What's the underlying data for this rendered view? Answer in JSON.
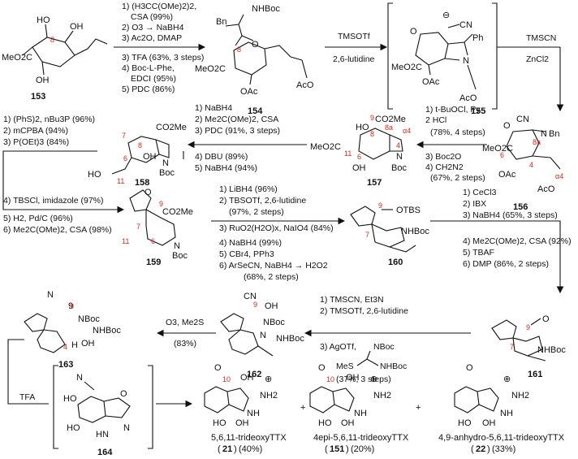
{
  "step1": {
    "reagents": [
      "1) (H3CC(OMe)2)2,",
      "CSA (99%)",
      "2) O3 → NaBH4",
      "3) Ac2O, DMAP",
      "3) TFA (63%, 3 steps)",
      "4) Boc-L-Phe,",
      "EDCI (95%)",
      "5) PDC (86%)"
    ]
  },
  "step2": {
    "reagents": [
      "TMSOTf",
      "2,6-lutidine"
    ]
  },
  "step3": {
    "reagents": [
      "TMSCN",
      "ZnCl2"
    ]
  },
  "step4": {
    "reagents": [
      "1) t-BuOCl, Py",
      "2 HCl",
      "(78%, 4 steps)",
      "3) Boc2O",
      "4) CH2N2",
      "(67%, 2 steps)"
    ]
  },
  "step5": {
    "reagents": [
      "1) NaBH4",
      "2) Me2C(OMe)2, CSA",
      "3) PDC (91%, 3 steps)",
      "4) DBU (89%)",
      "5) NaBH4 (94%)"
    ]
  },
  "step6": {
    "reagents": [
      "1) (PhS)2, nBu3P (96%)",
      "2) mCPBA (94%)",
      "3) P(OEt)3 (84%)",
      "4) TBSCl, imidazole (97%)",
      "5) H2, Pd/C (96%)",
      "6) Me2C(OMe)2, CSA (98%)"
    ]
  },
  "step7": {
    "reagents": [
      "1) LiBH4 (96%)",
      "2) TBSOTf, 2,6-lutidine",
      "(97%, 2 steps)",
      "3) RuO2(H2O)x, NaIO4 (84%)",
      "4) NaBH4 (99%)",
      "5) CBr4, PPh3",
      "6) ArSeCN, NaBH4 → H2O2",
      "(68%, 2 steps)"
    ]
  },
  "step8": {
    "reagents": [
      "1) CeCl3",
      "2) IBX",
      "3) NaBH4 (65%, 3 steps)",
      "4) Me2C(OMe)2, CSA (92%)",
      "5) TBAF",
      "6) DMP (86%, 2 steps)"
    ]
  },
  "step9": {
    "reagents": [
      "1) TMSCN, Et3N",
      "2) TMSOTf, 2,6-lutidine",
      "3) AgOTf,",
      "(37%, 3 steps)"
    ]
  },
  "step10": {
    "reagents": [
      "O3, Me2S",
      "(83%)"
    ]
  },
  "step11": {
    "reagents": [
      "TFA"
    ]
  },
  "compounds": {
    "c153": "153",
    "c154": "154",
    "c155": "155",
    "c156": "156",
    "c157": "157",
    "c158": "158",
    "c159": "159",
    "c160": "160",
    "c161": "161",
    "c162": "162",
    "c163": "163",
    "c164": "164"
  },
  "products": [
    {
      "name": "5,6,11-trideoxyTTX",
      "number": "21",
      "yield": "(40%)"
    },
    {
      "name": "4epi-5,6,11-trideoxyTTX",
      "number": "151",
      "yield": "(20%)"
    },
    {
      "name": "4,9-anhydro-5,6,11-trideoxyTTX",
      "number": "22",
      "yield": "(33%)"
    }
  ],
  "plus": "+"
}
